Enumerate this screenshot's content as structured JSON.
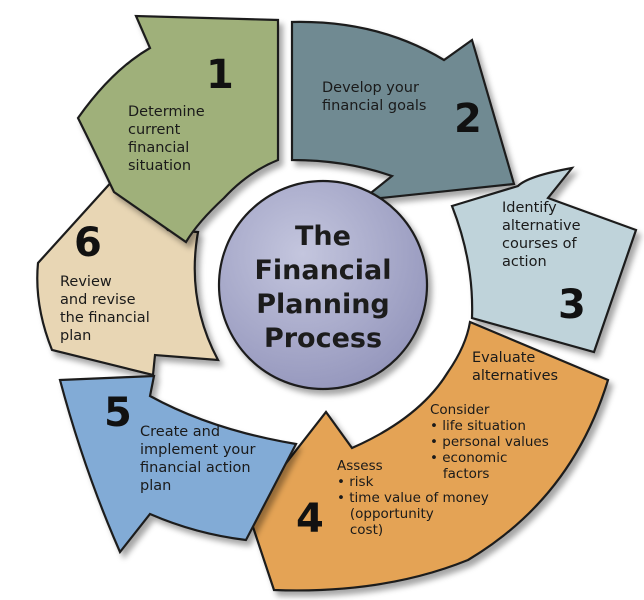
{
  "center": {
    "lines": [
      "The",
      "Financial",
      "Planning",
      "Process"
    ]
  },
  "steps": [
    {
      "number": "1",
      "lines": [
        "Determine",
        "current",
        "financial",
        "situation"
      ],
      "color": "#9FB07A"
    },
    {
      "number": "2",
      "lines": [
        "Develop your",
        "financial goals"
      ],
      "color": "#6F8A92"
    },
    {
      "number": "3",
      "lines": [
        "Identify",
        "alternative",
        "courses of",
        "action"
      ],
      "color": "#BFD3DA"
    },
    {
      "number": "4",
      "heading": [
        "Evaluate",
        "alternatives"
      ],
      "consider_title": "Consider",
      "consider_items": [
        "• life situation",
        "• personal values",
        "• economic",
        "   factors"
      ],
      "assess_title": "Assess",
      "assess_items": [
        "• risk",
        "• time value of money",
        "   (opportunity",
        "   cost)"
      ],
      "color": "#E4A354"
    },
    {
      "number": "5",
      "lines": [
        "Create and",
        "implement your",
        "financial action",
        "plan"
      ],
      "color": "#82ABD6"
    },
    {
      "number": "6",
      "lines": [
        "Review",
        "and revise",
        "the financial",
        "plan"
      ],
      "color": "#E8D6B4"
    }
  ],
  "colors": {
    "center_fill": "#A6A8C8",
    "outline": "#1e1e1e"
  }
}
